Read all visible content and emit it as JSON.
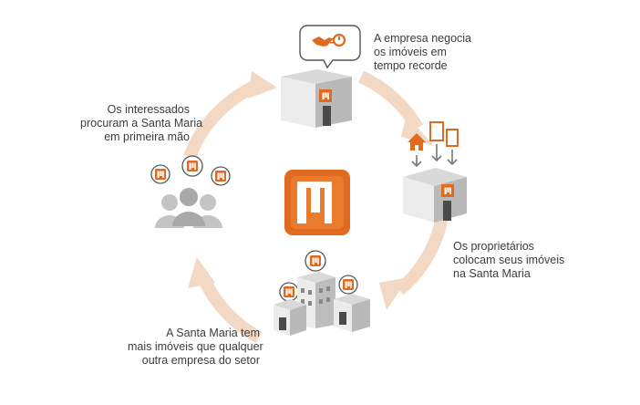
{
  "colors": {
    "accent": "#e06a1f",
    "accent_dark": "#c45410",
    "arrow": "#f3d8c4",
    "building_light": "#ececec",
    "building_mid": "#c9c9c9",
    "building_dark": "#9a9a9a",
    "people": "#bdbdbd",
    "text": "#3d3d3d"
  },
  "steps": [
    {
      "id": "negotiates",
      "caption": [
        "A empresa negocia",
        "os imóveis em",
        "tempo recorde"
      ],
      "icon": "handshake-speed-icon"
    },
    {
      "id": "owners-list",
      "caption": [
        "Os proprietários",
        "colocam seus imóveis",
        "na Santa Maria"
      ],
      "icon": "property-intake-icon"
    },
    {
      "id": "most-properties",
      "caption": [
        "A Santa Maria tem",
        "mais imóveis que qualquer",
        "outra empresa do setor"
      ],
      "icon": "buildings-icon"
    },
    {
      "id": "interested-seek",
      "caption": [
        "Os interessados",
        "procuram a Santa Maria",
        "em primeira mão"
      ],
      "icon": "people-icon"
    }
  ],
  "center_logo": {
    "icon": "santa-maria-logo-icon"
  }
}
